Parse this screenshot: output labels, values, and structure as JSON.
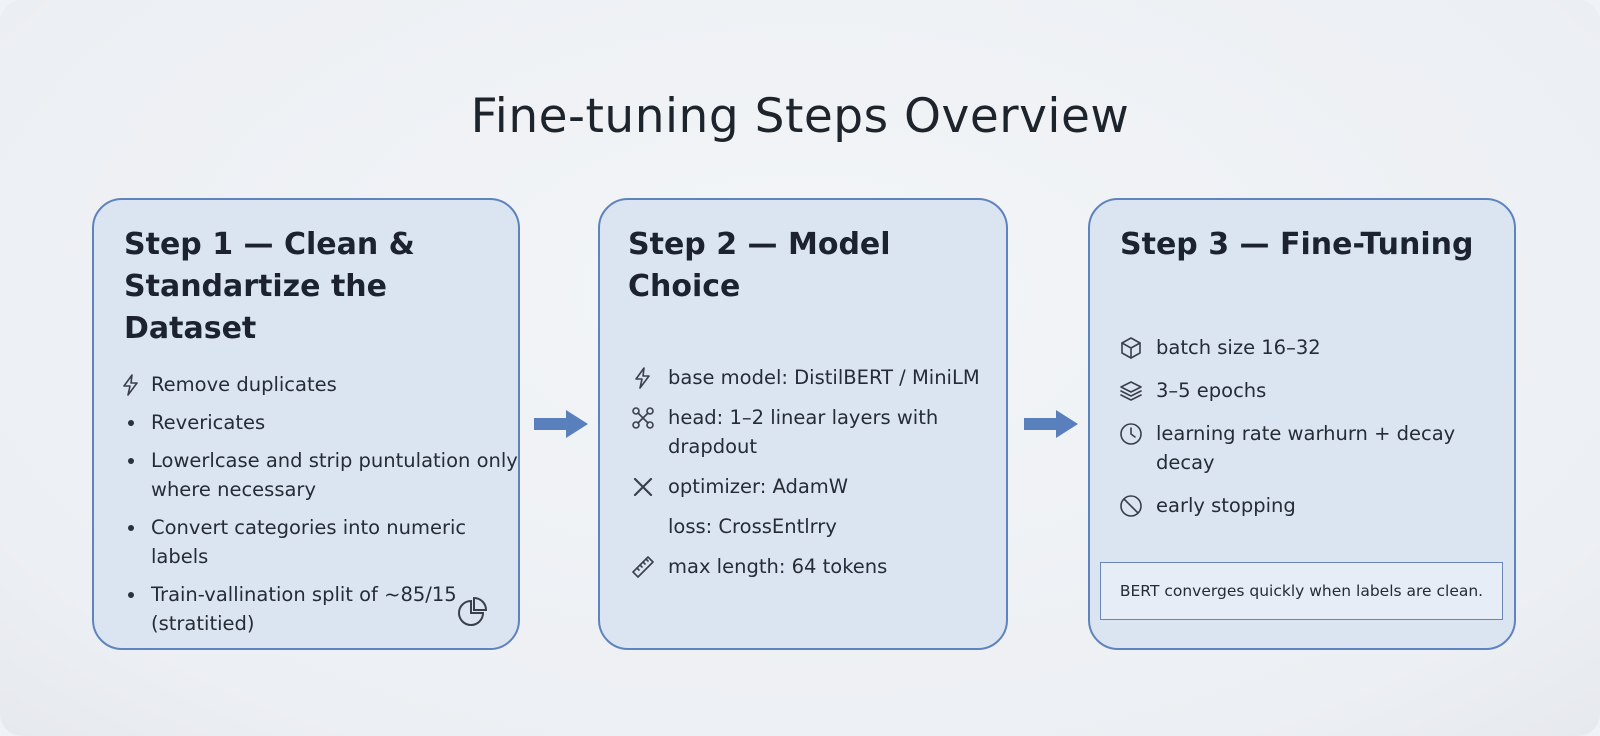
{
  "title": "Fine-tuning Steps Overview",
  "steps": [
    {
      "heading": "Step 1 — Clean & Standartize the Dataset",
      "items": [
        {
          "icon": "lightning-icon",
          "text": "Remove duplicates"
        },
        {
          "icon": "bullet",
          "text": "Revericates"
        },
        {
          "icon": "bullet",
          "text": "Lowerlcase and strip puntulation only where necessary"
        },
        {
          "icon": "bullet",
          "text": "Convert categories into numeric labels"
        },
        {
          "icon": "bullet",
          "text": "Train-vallination split of ~85/15 (stratitied)"
        }
      ],
      "corner_icon": "pie-chart-icon"
    },
    {
      "heading": "Step 2 — Model Choice",
      "items": [
        {
          "icon": "lightning-icon",
          "text": "base model: DistilBERT / MiniLM"
        },
        {
          "icon": "network-icon",
          "text": "head: 1–2 linear layers with drapdout"
        },
        {
          "icon": "x-icon",
          "text": "optimizer: AdamW"
        },
        {
          "icon": "none",
          "text": "loss: CrossEntlrry"
        },
        {
          "icon": "ruler-icon",
          "text": "max length: 64 tokens"
        }
      ]
    },
    {
      "heading": "Step 3 — Fine-Tuning",
      "items": [
        {
          "icon": "box-icon",
          "text": "batch size 16–32"
        },
        {
          "icon": "layers-icon",
          "text": "3–5 epochs"
        },
        {
          "icon": "clock-icon",
          "text": "learning rate warhurn + decay decay"
        },
        {
          "icon": "no-entry-icon",
          "text": "early stopping"
        }
      ],
      "note": "BERT converges quickly when labels are clean."
    }
  ],
  "colors": {
    "card_fill": "#dbe5f2",
    "card_border": "#5f83bd",
    "arrow": "#5a7fbd"
  }
}
